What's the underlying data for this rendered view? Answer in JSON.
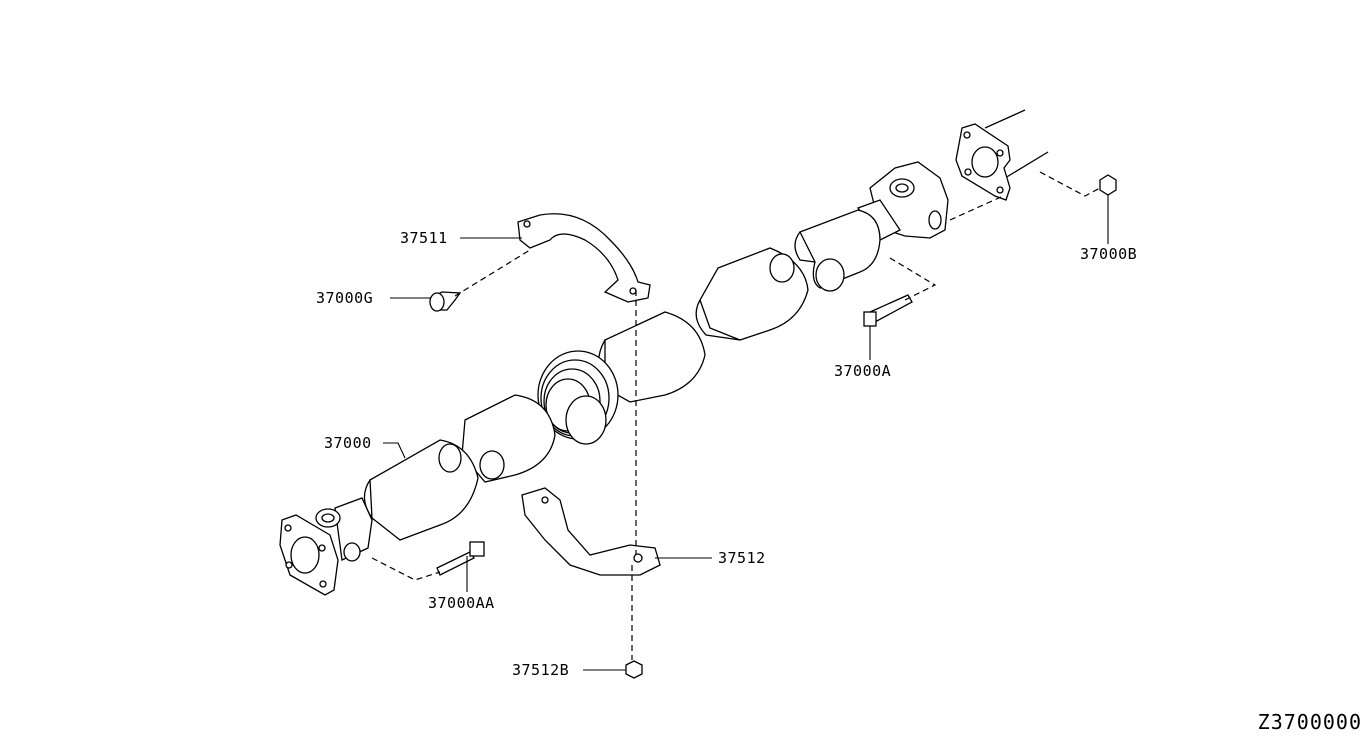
{
  "diagram": {
    "figure_id": "Z3700000",
    "callouts": [
      {
        "id": "c37511",
        "text": "37511"
      },
      {
        "id": "c37000G",
        "text": "37000G"
      },
      {
        "id": "c37000",
        "text": "37000"
      },
      {
        "id": "c37000AA",
        "text": "37000AA"
      },
      {
        "id": "c37512",
        "text": "37512"
      },
      {
        "id": "c37512B",
        "text": "37512B"
      },
      {
        "id": "c37000A",
        "text": "37000A"
      },
      {
        "id": "c37000B",
        "text": "37000B"
      }
    ]
  }
}
